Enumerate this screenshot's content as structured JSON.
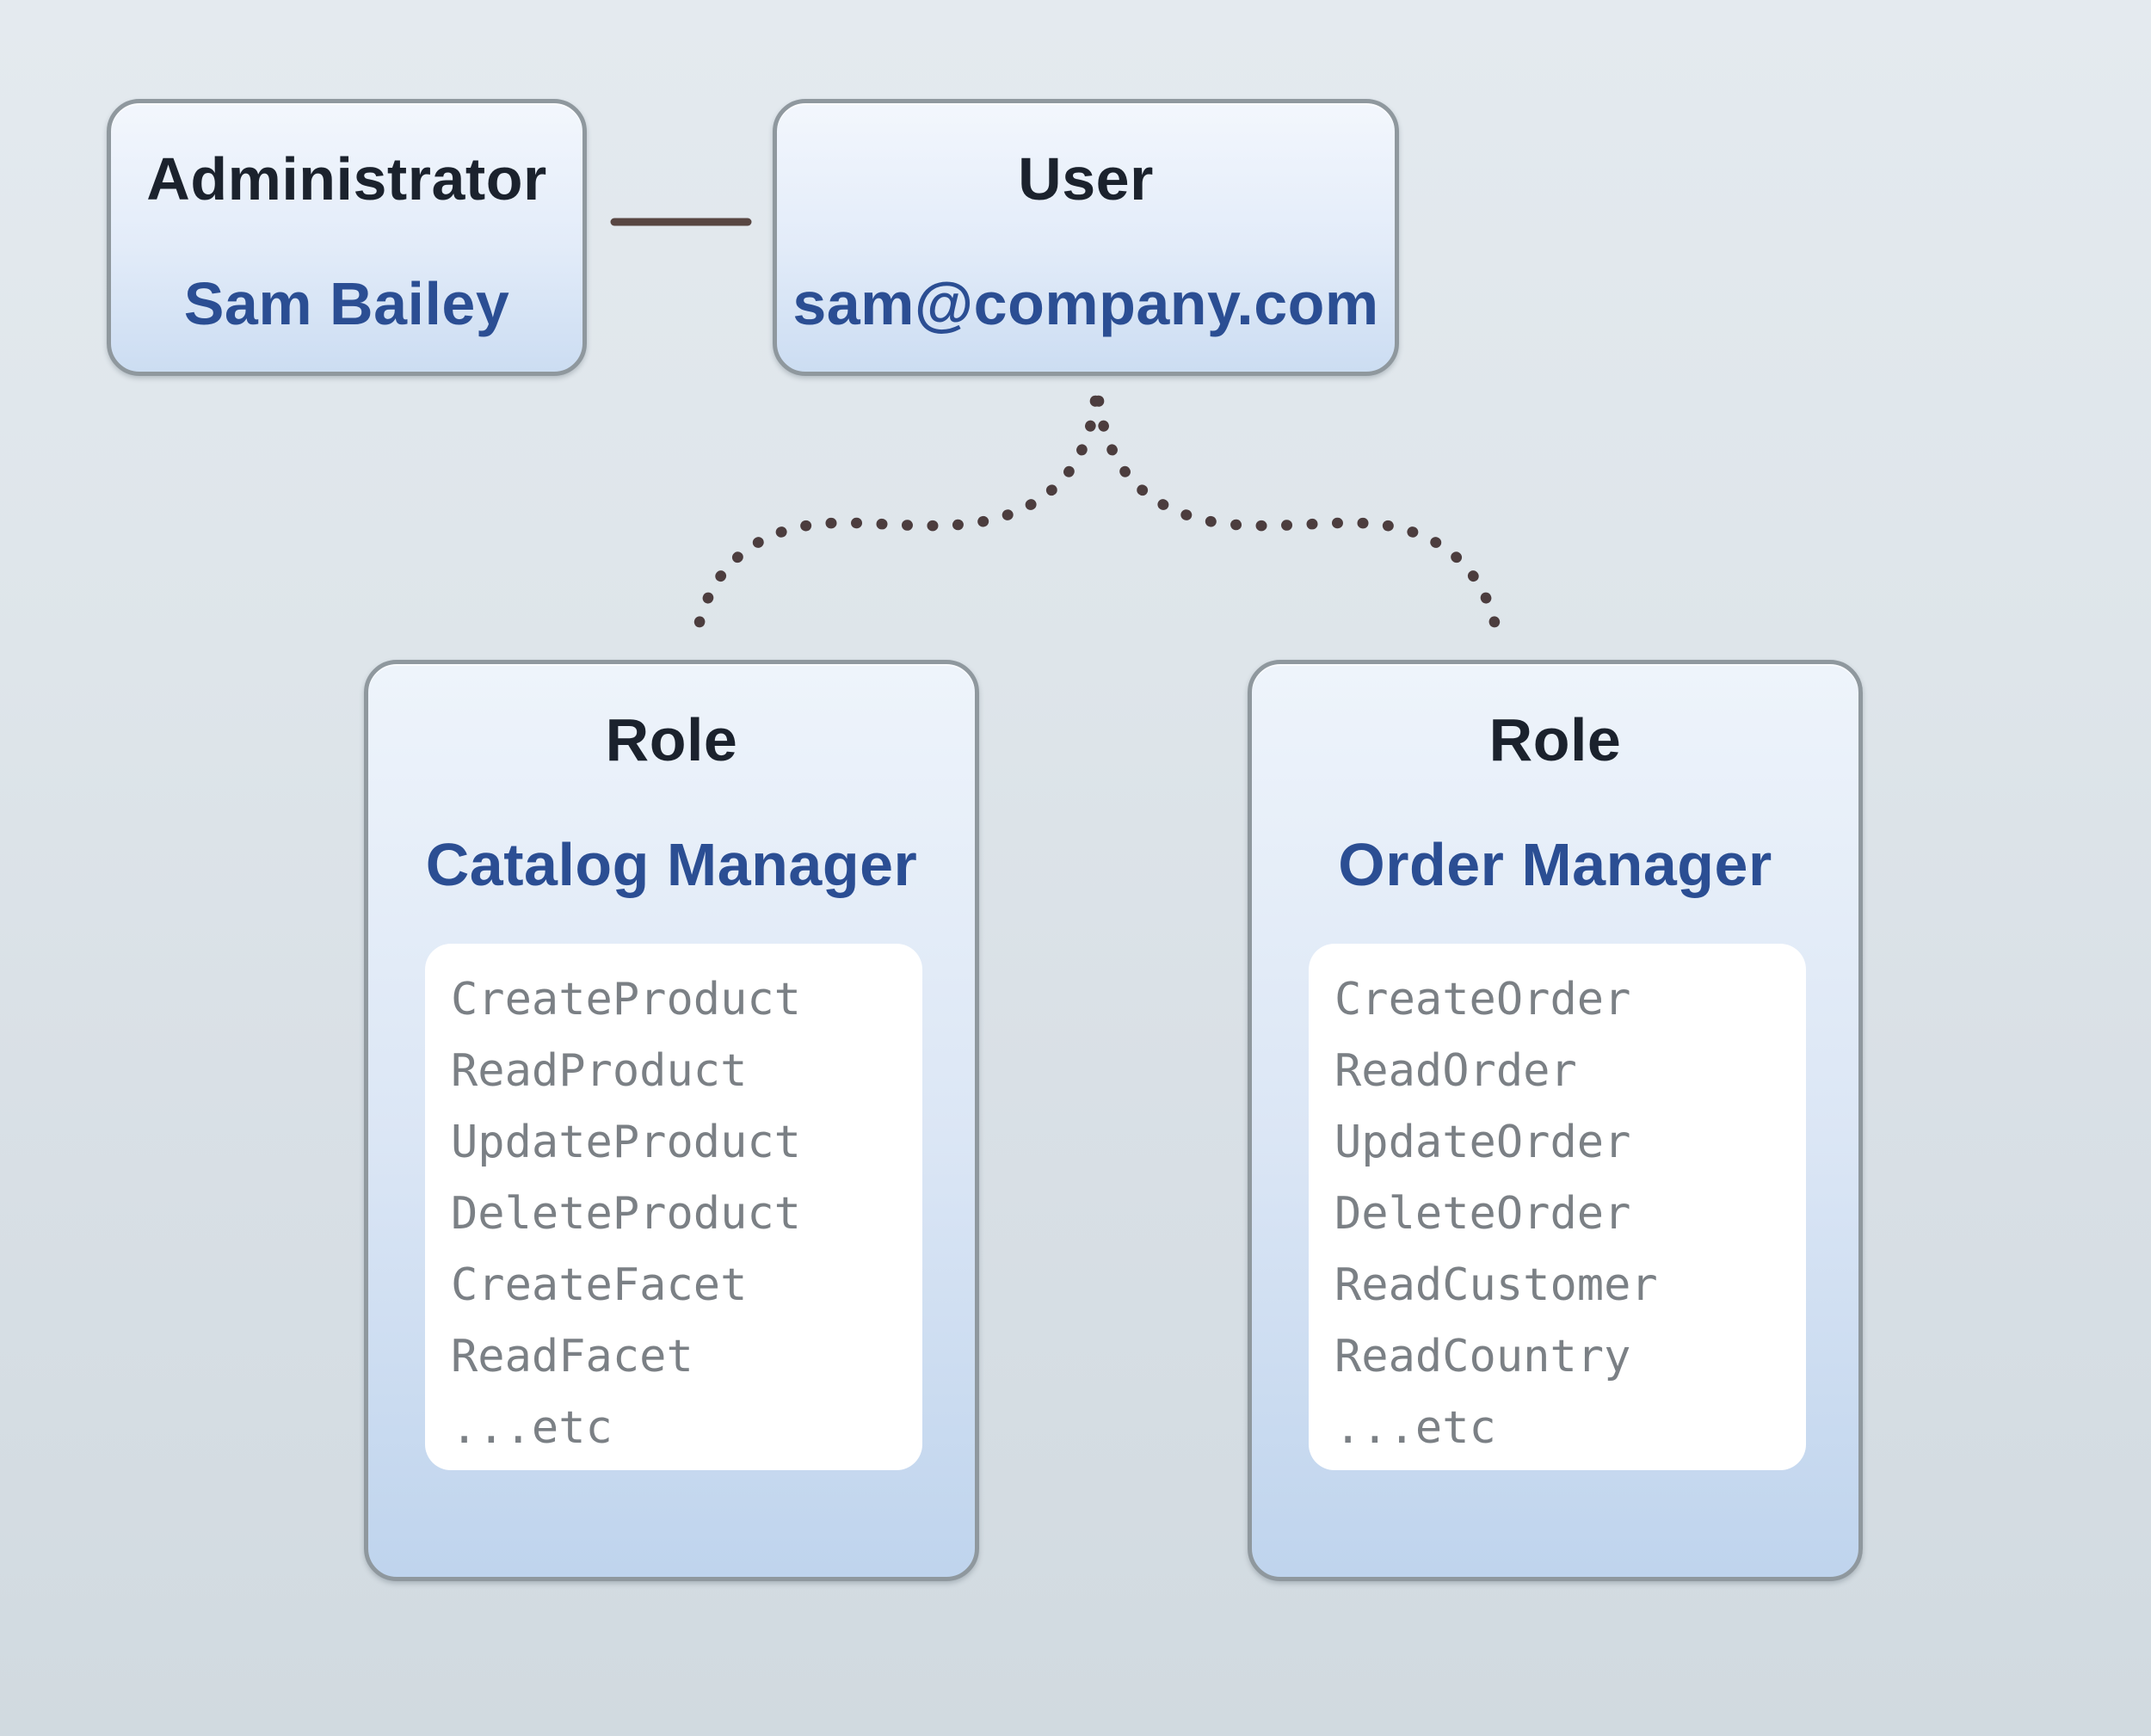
{
  "admin_box": {
    "title": "Administrator",
    "name": "Sam Bailey"
  },
  "user_box": {
    "title": "User",
    "email": "sam@company.com"
  },
  "roles": [
    {
      "title": "Role",
      "name": "Catalog Manager",
      "permissions": [
        "CreateProduct",
        "ReadProduct",
        "UpdateProduct",
        "DeleteProduct",
        "CreateFacet",
        "ReadFacet",
        "...etc"
      ]
    },
    {
      "title": "Role",
      "name": "Order Manager",
      "permissions": [
        "CreateOrder",
        "ReadOrder",
        "UpdateOrder",
        "DeleteOrder",
        "ReadCustomer",
        "ReadCountry",
        "...etc"
      ]
    }
  ],
  "colors": {
    "bg_top": "#e4eaef",
    "bg_bottom": "#d1dae0",
    "box_border": "#8f989e",
    "title_text": "#1b222d",
    "accent_blue": "#2b4e93",
    "perm_text": "#7b8085",
    "list_bg": "#ffffff",
    "connector_line": "#584642",
    "connector_dots": "#4c3d3e"
  }
}
